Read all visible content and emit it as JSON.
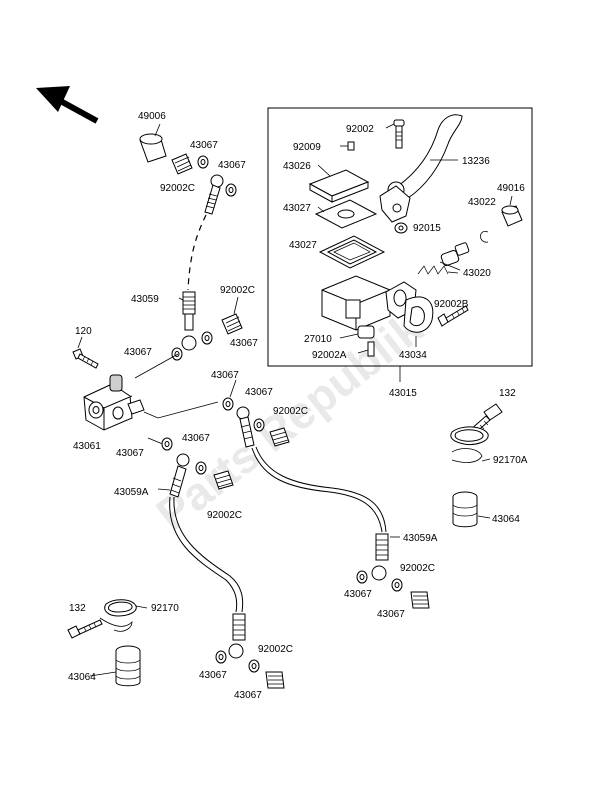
{
  "diagram": {
    "labels": {
      "p49006": "49006",
      "p43067_a": "43067",
      "p43067_b": "43067",
      "p92002C_a": "92002C",
      "p43059": "43059",
      "p92002C_b": "92002C",
      "p120": "120",
      "p43067_c": "43067",
      "p43067_d": "43067",
      "p43067_e": "43067",
      "p43067_f": "43067",
      "p43061": "43061",
      "p92002C_c": "92002C",
      "p43067_g": "43067",
      "p43067_h": "43067",
      "p43059A_a": "43059A",
      "p92002C_d": "92002C",
      "p92002": "92002",
      "p92009": "92009",
      "p43026": "43026",
      "p13236": "13236",
      "p43027_a": "43027",
      "p43027_b": "43027",
      "p92015": "92015",
      "p49016": "49016",
      "p43022": "43022",
      "p43020": "43020",
      "p92002B": "92002B",
      "p27010": "27010",
      "p92002A": "92002A",
      "p43034": "43034",
      "p43015": "43015",
      "p132_a": "132",
      "p92170A": "92170A",
      "p43064_a": "43064",
      "p43059A_b": "43059A",
      "p92002C_e": "92002C",
      "p43067_i": "43067",
      "p43067_j": "43067",
      "p132_b": "132",
      "p92170": "92170",
      "p43064_b": "43064",
      "p92002C_f": "92002C",
      "p43067_k": "43067",
      "p43067_l": "43067"
    }
  }
}
